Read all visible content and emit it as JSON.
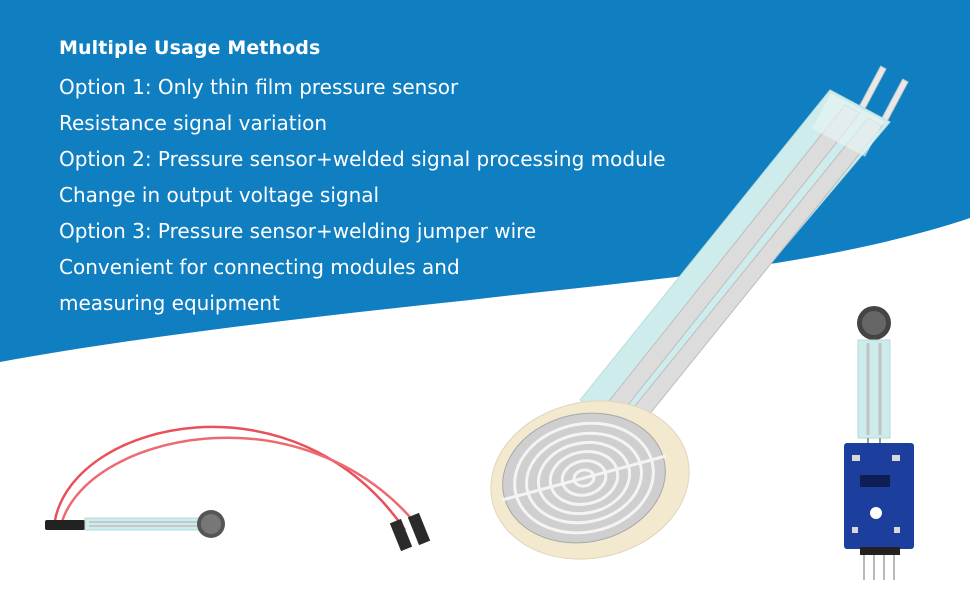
{
  "heading": "Multiple Usage Methods",
  "lines": [
    "Option 1: Only thin film pressure sensor",
    "Resistance signal variation",
    "Option 2: Pressure sensor+welded signal processing module",
    "Change in output voltage signal",
    "Option 3: Pressure sensor+welding jumper wire",
    "Convenient for connecting modules and",
    "measuring equipment"
  ],
  "colors": {
    "banner_blue": "#0f7fc1",
    "text": "#ffffff",
    "wire_red": "#e8505a",
    "film_cyan": "#cfecec",
    "board_blue": "#1c3f9e",
    "sensor_tan": "#f2e9cf"
  },
  "images": {
    "jumper_wire_sensor": "jumper-wire-sensor-image",
    "thin_film_sensor": "thin-film-sensor-image",
    "module_sensor": "module-sensor-image"
  }
}
